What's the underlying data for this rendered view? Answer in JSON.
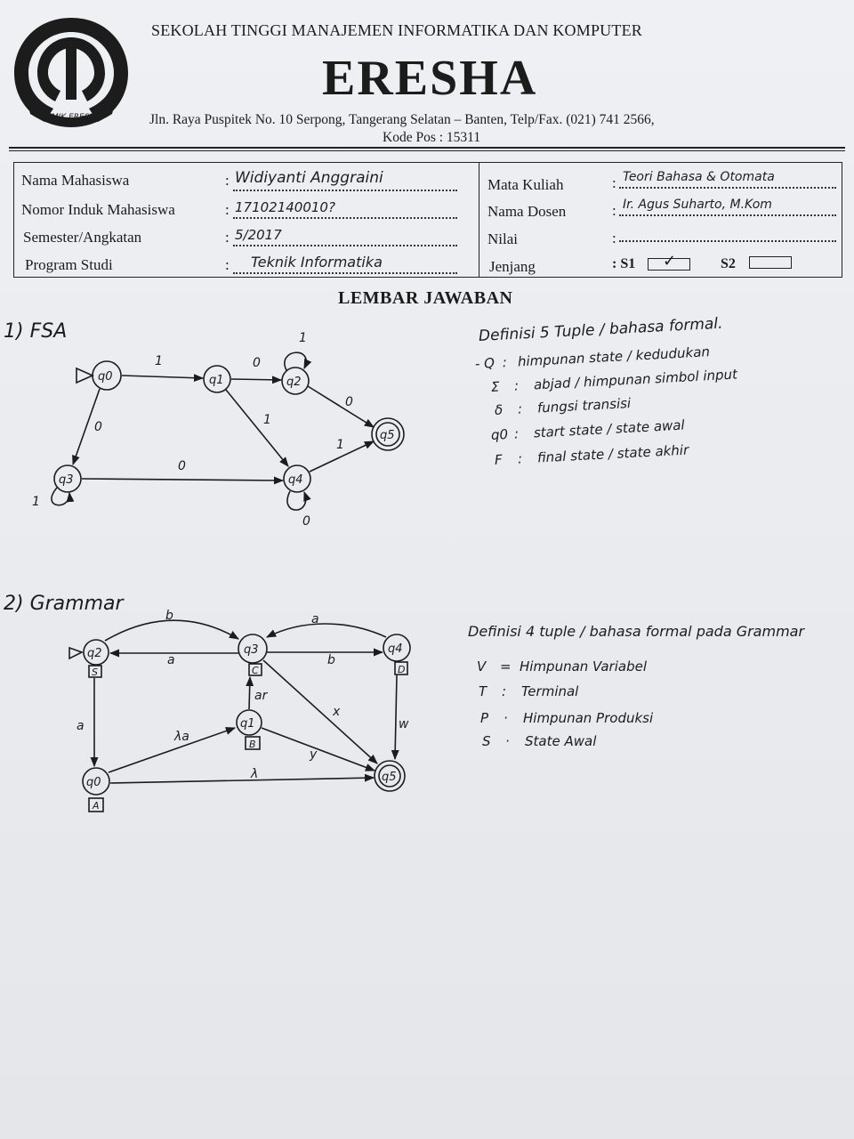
{
  "header": {
    "institution": "SEKOLAH TINGGI MANAJEMEN INFORMATIKA DAN KOMPUTER",
    "brand": "ERESHA",
    "address": "Jln. Raya Puspitek No. 10 Serpong, Tangerang Selatan – Banten, Telp/Fax. (021) 741 2566,",
    "postcode": "Kode Pos : 15311",
    "logo_text": "STMIK ERESHA"
  },
  "student": {
    "name_label": "Nama Mahasiswa",
    "name_value": "Widiyanti Anggraini",
    "nim_label": "Nomor Induk Mahasiswa",
    "nim_value": "17102140010?",
    "semester_label": "Semester/Angkatan",
    "semester_value": "5/2017",
    "program_label": "Program Studi",
    "program_value": "Teknik Informatika"
  },
  "course": {
    "subject_label": "Mata Kuliah",
    "subject_value": "Teori Bahasa & Otomata",
    "lecturer_label": "Nama Dosen",
    "lecturer_value": "Ir. Agus Suharto, M.Kom",
    "grade_label": "Nilai",
    "grade_value": "",
    "level_label": "Jenjang",
    "s1_label": "S1",
    "s1_mark": "✓",
    "s2_label": "S2"
  },
  "title": "LEMBAR JAWABAN",
  "fsa": {
    "heading": "1) FSA",
    "states": [
      "q0",
      "q1",
      "q2",
      "q3",
      "q4",
      "q5"
    ],
    "transitions": [
      {
        "from": "q0",
        "to": "q1",
        "label": "1"
      },
      {
        "from": "q1",
        "to": "q2",
        "label": "0"
      },
      {
        "from": "q2",
        "to": "q2",
        "label": "1"
      },
      {
        "from": "q2",
        "to": "q5",
        "label": "0"
      },
      {
        "from": "q1",
        "to": "q4",
        "label": "1"
      },
      {
        "from": "q4",
        "to": "q5",
        "label": "1"
      },
      {
        "from": "q0",
        "to": "q3",
        "label": "0"
      },
      {
        "from": "q3",
        "to": "q3",
        "label": "1"
      },
      {
        "from": "q3",
        "to": "q4",
        "label": "0"
      },
      {
        "from": "q4",
        "to": "q4",
        "label": "0"
      }
    ],
    "definition_title": "Definisi 5 Tuple / bahasa formal.",
    "definitions": [
      {
        "symbol": "- Q",
        "text": "himpunan state / kedudukan"
      },
      {
        "symbol": "Σ",
        "text": "abjad / himpunan simbol input"
      },
      {
        "symbol": "δ",
        "text": "fungsi transisi"
      },
      {
        "symbol": "q0",
        "text": "start state / state awal"
      },
      {
        "symbol": "F",
        "text": "final state / state akhir"
      }
    ]
  },
  "grammar": {
    "heading": "2) Grammar",
    "states": [
      {
        "id": "q2",
        "var": "S"
      },
      {
        "id": "q3",
        "var": "C"
      },
      {
        "id": "q4",
        "var": "D"
      },
      {
        "id": "q1",
        "var": "B"
      },
      {
        "id": "q0",
        "var": "A"
      },
      {
        "id": "q5",
        "var": ""
      }
    ],
    "transitions": [
      {
        "from": "q2",
        "to": "q3",
        "label": "b"
      },
      {
        "from": "q3",
        "to": "q2",
        "label": "a"
      },
      {
        "from": "q4",
        "to": "q3",
        "label": "a"
      },
      {
        "from": "q3",
        "to": "q4",
        "label": "b"
      },
      {
        "from": "q2",
        "to": "q0",
        "label": "a"
      },
      {
        "from": "q1",
        "to": "q3",
        "label": "ar"
      },
      {
        "from": "q0",
        "to": "q1",
        "label": "λa"
      },
      {
        "from": "q3",
        "to": "q5",
        "label": "x"
      },
      {
        "from": "q1",
        "to": "q5",
        "label": "y"
      },
      {
        "from": "q4",
        "to": "q5",
        "label": "w"
      },
      {
        "from": "q0",
        "to": "q5",
        "label": "λ"
      }
    ],
    "definition_title": "Definisi 4 tuple / bahasa formal pada Grammar",
    "definitions": [
      {
        "symbol": "V",
        "text": "Himpunan Variabel"
      },
      {
        "symbol": "T",
        "text": "Terminal"
      },
      {
        "symbol": "P",
        "text": "Himpunan Produksi"
      },
      {
        "symbol": "S",
        "text": "State Awal"
      }
    ]
  }
}
